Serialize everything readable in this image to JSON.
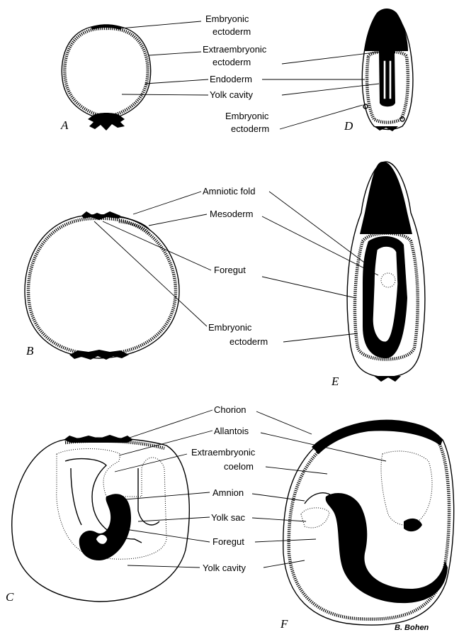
{
  "panels": {
    "a": "A",
    "b": "B",
    "c": "C",
    "d": "D",
    "e": "E",
    "f": "F"
  },
  "labels": {
    "top": {
      "embryonic_ectoderm_1": "Embryonic",
      "embryonic_ectoderm_2": "ectoderm",
      "extraembryonic_ectoderm_1": "Extraembryonic",
      "extraembryonic_ectoderm_2": "ectoderm",
      "endoderm": "Endoderm",
      "yolk_cavity": "Yolk cavity",
      "embryonic_ectoderm_d_1": "Embryonic",
      "embryonic_ectoderm_d_2": "ectoderm"
    },
    "middle": {
      "amniotic_fold": "Amniotic fold",
      "mesoderm": "Mesoderm",
      "foregut": "Foregut",
      "embryonic_ectoderm_1": "Embryonic",
      "embryonic_ectoderm_2": "ectoderm"
    },
    "bottom": {
      "chorion": "Chorion",
      "allantois": "Allantois",
      "extraembryonic_coelom_1": "Extraembryonic",
      "extraembryonic_coelom_2": "coelom",
      "amnion": "Amnion",
      "yolk_sac": "Yolk sac",
      "foregut": "Foregut",
      "yolk_cavity": "Yolk cavity"
    }
  },
  "signature": "B. Bohen"
}
